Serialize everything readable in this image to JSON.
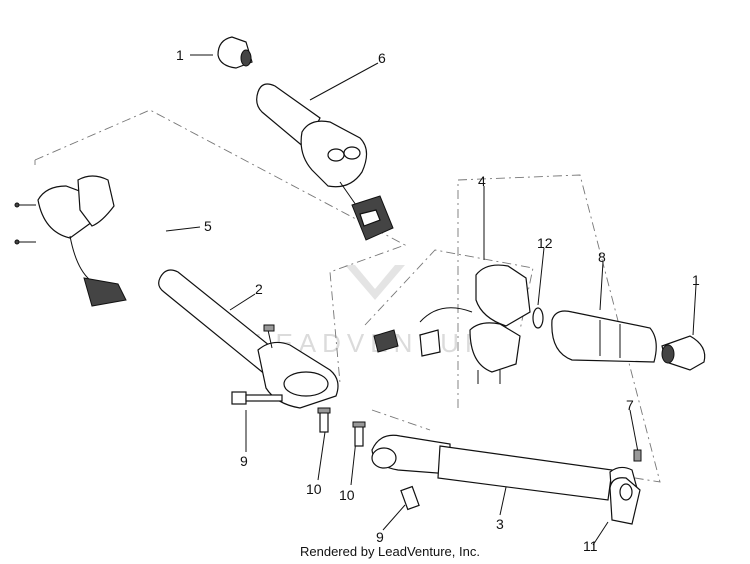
{
  "diagram": {
    "callouts": [
      "1",
      "6",
      "5",
      "4",
      "12",
      "8",
      "1",
      "2",
      "9",
      "10",
      "10",
      "7",
      "3",
      "9",
      "11"
    ],
    "watermark_text": "LEADVENTURE",
    "footer": "Rendered by LeadVenture, Inc."
  }
}
